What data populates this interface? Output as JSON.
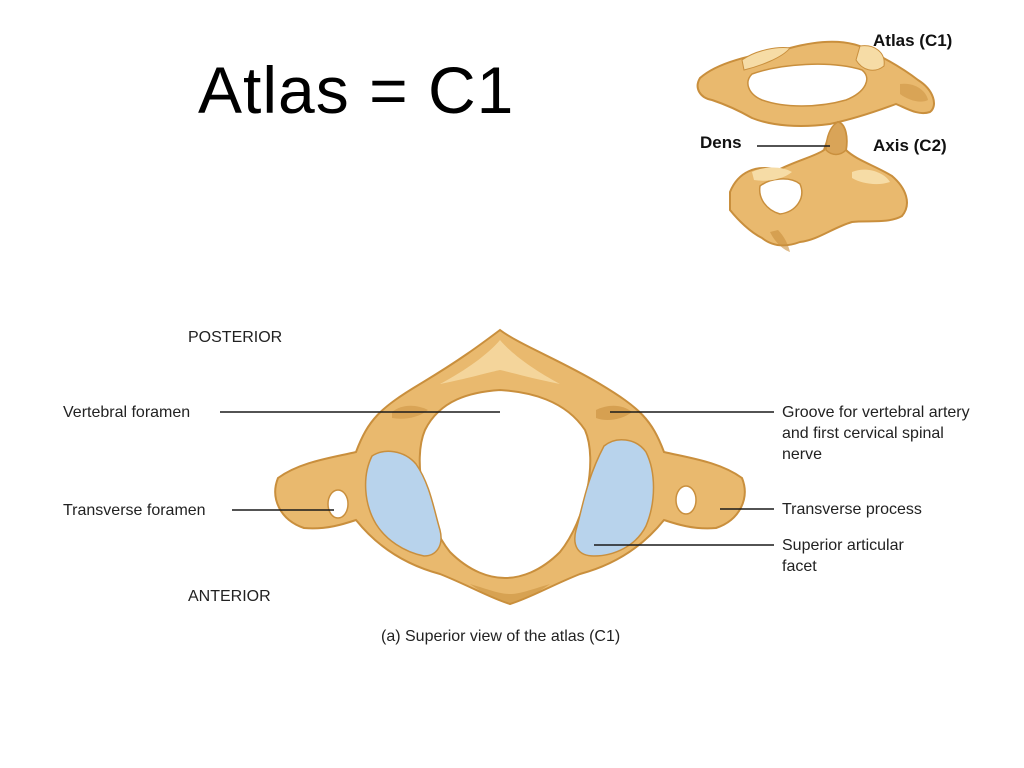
{
  "slide": {
    "title": "Atlas = C1"
  },
  "inset": {
    "label_atlas": "Atlas (C1)",
    "label_axis": "Axis (C2)",
    "label_dens": "Dens"
  },
  "main": {
    "orientation_top": "POSTERIOR",
    "orientation_bottom": "ANTERIOR",
    "labels": {
      "vertebral_foramen": "Vertebral foramen",
      "transverse_foramen": "Transverse foramen",
      "groove": "Groove for vertebral artery and first cervical spinal nerve",
      "transverse_process": "Transverse process",
      "superior_facet": "Superior articular facet"
    },
    "caption": "(a) Superior view of the atlas (C1)"
  },
  "colors": {
    "bone": "#e9b96e",
    "bone_dark": "#c98f3d",
    "bone_light": "#f6dca6",
    "cartilage": "#b8d3ec",
    "leader": "#1a1a1a"
  }
}
